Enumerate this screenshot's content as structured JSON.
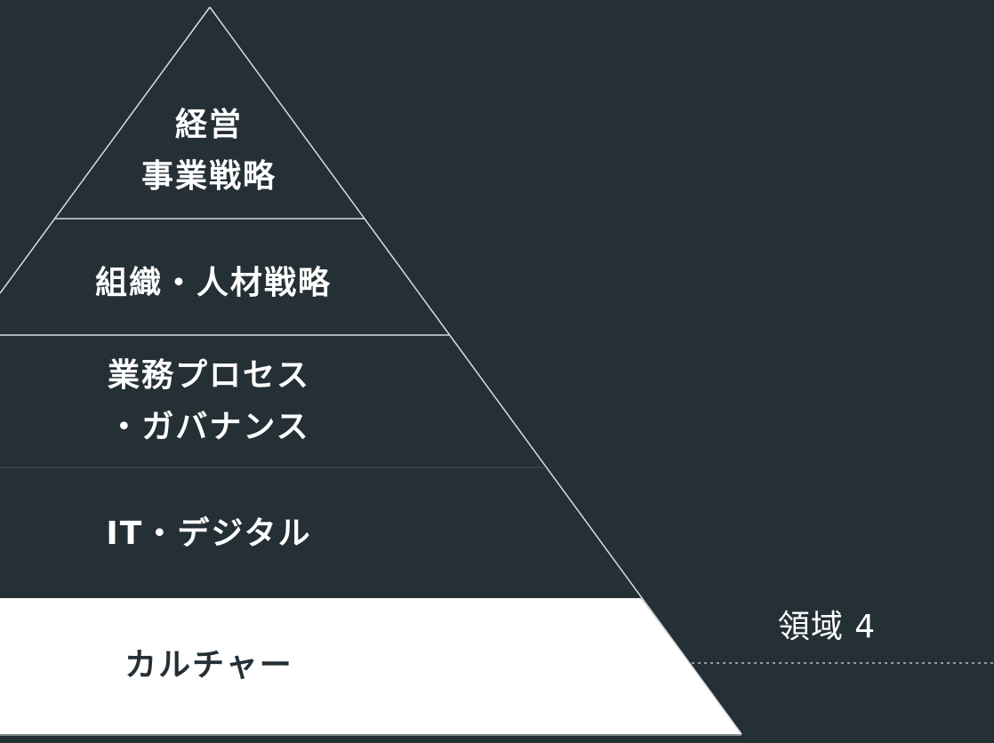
{
  "diagram": {
    "layers": [
      {
        "lines": [
          "経営",
          "事業戦略"
        ]
      },
      {
        "lines": [
          "組織・人材戦略"
        ]
      },
      {
        "lines": [
          "業務プロセス",
          "・ガバナンス"
        ]
      },
      {
        "lines": [
          "IT・デジタル"
        ]
      },
      {
        "lines": [
          "カルチャー"
        ],
        "highlighted": true
      }
    ],
    "domain_label": "領域 4",
    "colors": {
      "background": "#253036",
      "line": "#d8dde0",
      "highlight_fill": "#ffffff",
      "text_light": "#ffffff",
      "text_dark": "#253036"
    }
  }
}
